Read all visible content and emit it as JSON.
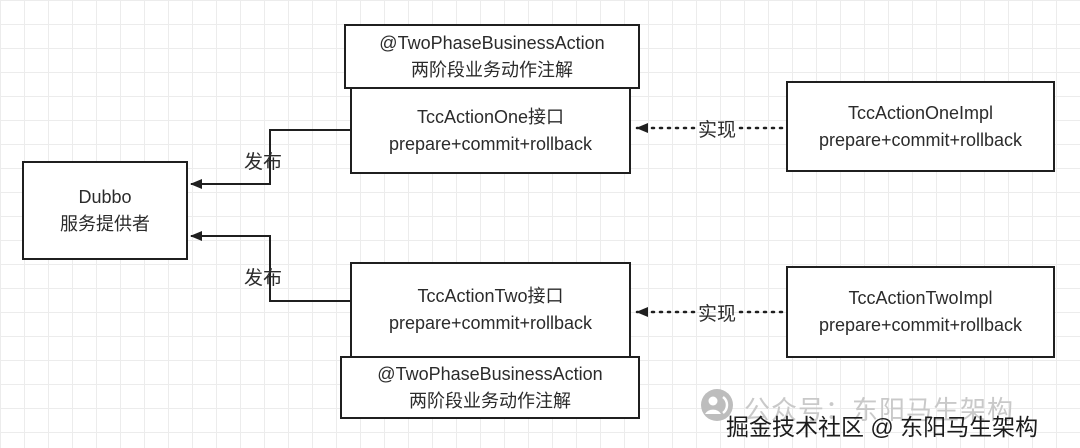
{
  "nodes": {
    "dubbo": {
      "line1": "Dubbo",
      "line2": "服务提供者"
    },
    "annotation_top": {
      "line1": "@TwoPhaseBusinessAction",
      "line2": "两阶段业务动作注解"
    },
    "tcc_action_one": {
      "line1": "TccActionOne接口",
      "line2": "prepare+commit+rollback"
    },
    "tcc_action_one_impl": {
      "line1": "TccActionOneImpl",
      "line2": "prepare+commit+rollback"
    },
    "tcc_action_two": {
      "line1": "TccActionTwo接口",
      "line2": "prepare+commit+rollback"
    },
    "annotation_bottom": {
      "line1": "@TwoPhaseBusinessAction",
      "line2": "两阶段业务动作注解"
    },
    "tcc_action_two_impl": {
      "line1": "TccActionTwoImpl",
      "line2": "prepare+commit+rollback"
    }
  },
  "edges": {
    "publish_top": "发布",
    "publish_bottom": "发布",
    "implement_top": "实现",
    "implement_bottom": "实现"
  },
  "watermark": {
    "official_account": "公众号：东阳马生架构",
    "community": "掘金技术社区 @ 东阳马生架构"
  },
  "colors": {
    "border": "#1f1f1f",
    "grid": "#ececec",
    "text": "#2b2b2b"
  }
}
